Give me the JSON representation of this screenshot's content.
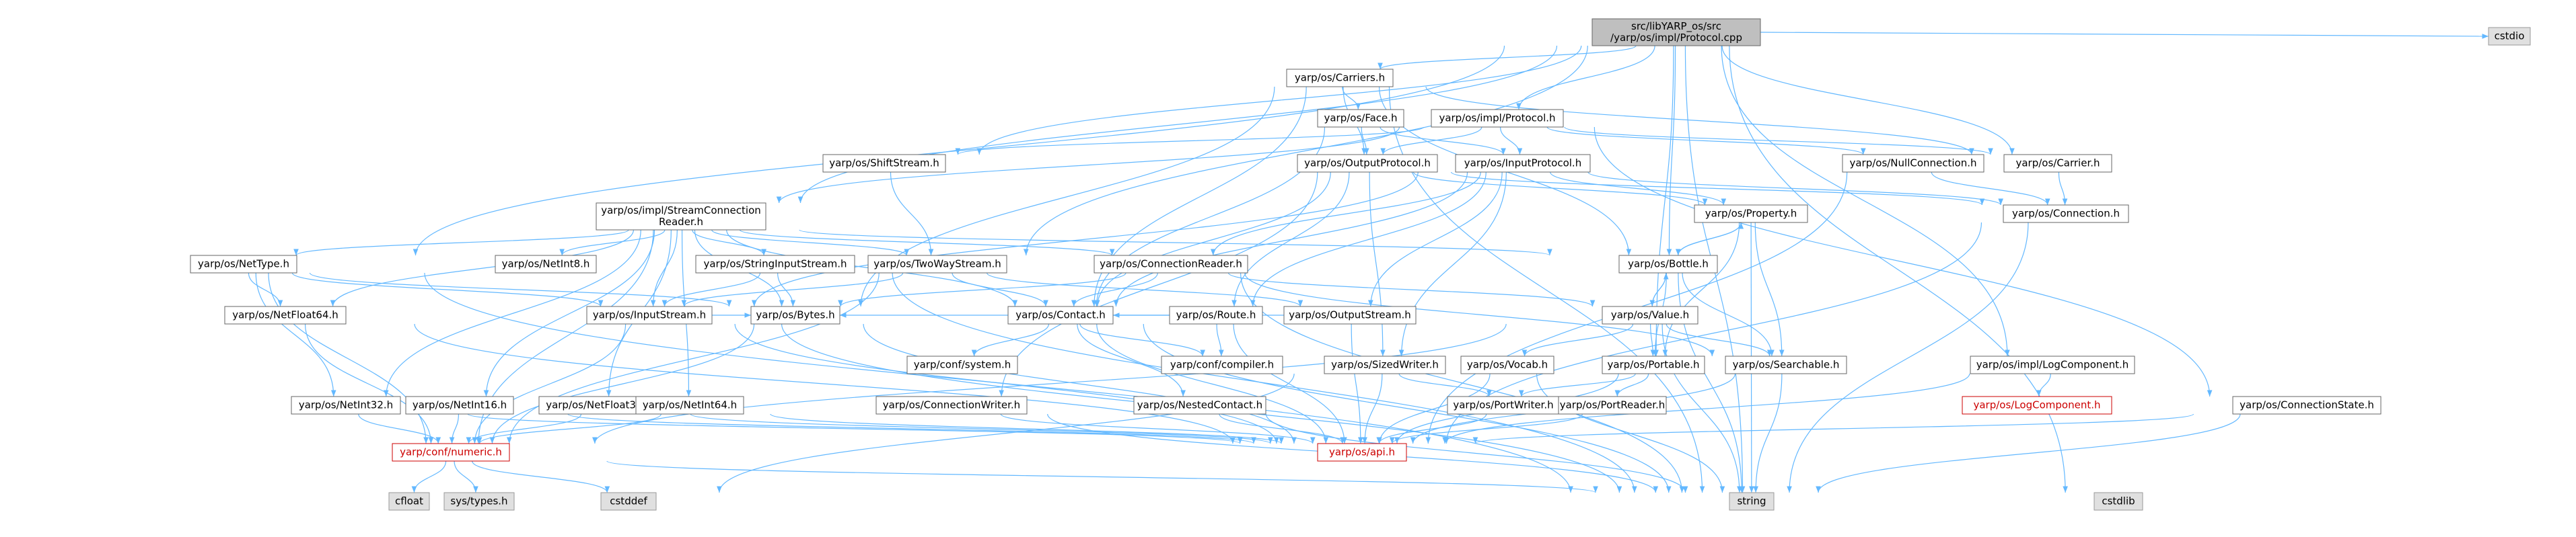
{
  "colors": {
    "edge": "#63b8ff",
    "border": "#666666",
    "border_highlight": "#999999",
    "fill_header": "#bfbfbf",
    "fill_default": "#ffffff",
    "fill_system": "#e0e0e0",
    "text_highlight": "#cc0000"
  },
  "nodes": [
    {
      "id": "protocol_cpp",
      "label_lines": [
        "src/libYARP_os/src",
        "/yarp/os/impl/Protocol.cpp"
      ],
      "style": "header"
    },
    {
      "id": "cstdio",
      "label_lines": [
        "cstdio"
      ],
      "style": "system"
    },
    {
      "id": "carriers_h",
      "label_lines": [
        "yarp/os/Carriers.h"
      ],
      "style": "default"
    },
    {
      "id": "face_h",
      "label_lines": [
        "yarp/os/Face.h"
      ],
      "style": "default"
    },
    {
      "id": "impl_protocol_h",
      "label_lines": [
        "yarp/os/impl/Protocol.h"
      ],
      "style": "default"
    },
    {
      "id": "shiftstream_h",
      "label_lines": [
        "yarp/os/ShiftStream.h"
      ],
      "style": "default"
    },
    {
      "id": "outputprotocol_h",
      "label_lines": [
        "yarp/os/OutputProtocol.h"
      ],
      "style": "default"
    },
    {
      "id": "inputprotocol_h",
      "label_lines": [
        "yarp/os/InputProtocol.h"
      ],
      "style": "default"
    },
    {
      "id": "nullconnection_h",
      "label_lines": [
        "yarp/os/NullConnection.h"
      ],
      "style": "default"
    },
    {
      "id": "carrier_h",
      "label_lines": [
        "yarp/os/Carrier.h"
      ],
      "style": "default"
    },
    {
      "id": "streamconnreader_h",
      "label_lines": [
        "yarp/os/impl/StreamConnection",
        "Reader.h"
      ],
      "style": "default"
    },
    {
      "id": "property_h",
      "label_lines": [
        "yarp/os/Property.h"
      ],
      "style": "default"
    },
    {
      "id": "connection_h",
      "label_lines": [
        "yarp/os/Connection.h"
      ],
      "style": "default"
    },
    {
      "id": "nettype_h",
      "label_lines": [
        "yarp/os/NetType.h"
      ],
      "style": "default"
    },
    {
      "id": "netint8_h",
      "label_lines": [
        "yarp/os/NetInt8.h"
      ],
      "style": "default"
    },
    {
      "id": "stringinputstream_h",
      "label_lines": [
        "yarp/os/StringInputStream.h"
      ],
      "style": "default"
    },
    {
      "id": "twowaystream_h",
      "label_lines": [
        "yarp/os/TwoWayStream.h"
      ],
      "style": "default"
    },
    {
      "id": "connectionreader_h",
      "label_lines": [
        "yarp/os/ConnectionReader.h"
      ],
      "style": "default"
    },
    {
      "id": "bottle_h",
      "label_lines": [
        "yarp/os/Bottle.h"
      ],
      "style": "default"
    },
    {
      "id": "netfloat64_h",
      "label_lines": [
        "yarp/os/NetFloat64.h"
      ],
      "style": "default"
    },
    {
      "id": "inputstream_h",
      "label_lines": [
        "yarp/os/InputStream.h"
      ],
      "style": "default"
    },
    {
      "id": "bytes_h",
      "label_lines": [
        "yarp/os/Bytes.h"
      ],
      "style": "default"
    },
    {
      "id": "contact_h",
      "label_lines": [
        "yarp/os/Contact.h"
      ],
      "style": "default"
    },
    {
      "id": "route_h",
      "label_lines": [
        "yarp/os/Route.h"
      ],
      "style": "default"
    },
    {
      "id": "outputstream_h",
      "label_lines": [
        "yarp/os/OutputStream.h"
      ],
      "style": "default"
    },
    {
      "id": "value_h",
      "label_lines": [
        "yarp/os/Value.h"
      ],
      "style": "default"
    },
    {
      "id": "conf_system_h",
      "label_lines": [
        "yarp/conf/system.h"
      ],
      "style": "default"
    },
    {
      "id": "conf_compiler_h",
      "label_lines": [
        "yarp/conf/compiler.h"
      ],
      "style": "default"
    },
    {
      "id": "sizedwriter_h",
      "label_lines": [
        "yarp/os/SizedWriter.h"
      ],
      "style": "default"
    },
    {
      "id": "vocab_h",
      "label_lines": [
        "yarp/os/Vocab.h"
      ],
      "style": "default"
    },
    {
      "id": "portable_h",
      "label_lines": [
        "yarp/os/Portable.h"
      ],
      "style": "default"
    },
    {
      "id": "searchable_h",
      "label_lines": [
        "yarp/os/Searchable.h"
      ],
      "style": "default"
    },
    {
      "id": "impl_logcomponent_h",
      "label_lines": [
        "yarp/os/impl/LogComponent.h"
      ],
      "style": "default"
    },
    {
      "id": "logcomponent_h",
      "label_lines": [
        "yarp/os/LogComponent.h"
      ],
      "style": "highlight"
    },
    {
      "id": "connectionstate_h",
      "label_lines": [
        "yarp/os/ConnectionState.h"
      ],
      "style": "default"
    },
    {
      "id": "netint32_h",
      "label_lines": [
        "yarp/os/NetInt32.h"
      ],
      "style": "default"
    },
    {
      "id": "netint16_h",
      "label_lines": [
        "yarp/os/NetInt16.h"
      ],
      "style": "default"
    },
    {
      "id": "netfloat32_h",
      "label_lines": [
        "yarp/os/NetFloat32.h"
      ],
      "style": "default"
    },
    {
      "id": "netint64_h",
      "label_lines": [
        "yarp/os/NetInt64.h"
      ],
      "style": "default"
    },
    {
      "id": "connectionwriter_h",
      "label_lines": [
        "yarp/os/ConnectionWriter.h"
      ],
      "style": "default"
    },
    {
      "id": "nestedcontact_h",
      "label_lines": [
        "yarp/os/NestedContact.h"
      ],
      "style": "default"
    },
    {
      "id": "portwriter_h",
      "label_lines": [
        "yarp/os/PortWriter.h"
      ],
      "style": "default"
    },
    {
      "id": "portreader_h",
      "label_lines": [
        "yarp/os/PortReader.h"
      ],
      "style": "default"
    },
    {
      "id": "conf_numeric_h",
      "label_lines": [
        "yarp/conf/numeric.h"
      ],
      "style": "highlight"
    },
    {
      "id": "api_h",
      "label_lines": [
        "yarp/os/api.h"
      ],
      "style": "highlight"
    },
    {
      "id": "cfloat",
      "label_lines": [
        "cfloat"
      ],
      "style": "system"
    },
    {
      "id": "systypes_h",
      "label_lines": [
        "sys/types.h"
      ],
      "style": "system"
    },
    {
      "id": "cstddef",
      "label_lines": [
        "cstddef"
      ],
      "style": "system"
    },
    {
      "id": "string",
      "label_lines": [
        "string"
      ],
      "style": "system"
    },
    {
      "id": "cstdlib",
      "label_lines": [
        "cstdlib"
      ],
      "style": "system"
    }
  ],
  "edges": [
    [
      "protocol_cpp",
      "cstdio"
    ],
    [
      "protocol_cpp",
      "carriers_h"
    ],
    [
      "protocol_cpp",
      "impl_protocol_h"
    ],
    [
      "protocol_cpp",
      "shiftstream_h"
    ],
    [
      "protocol_cpp",
      "streamconnreader_h"
    ],
    [
      "protocol_cpp",
      "nettype_h"
    ],
    [
      "protocol_cpp",
      "twowaystream_h"
    ],
    [
      "protocol_cpp",
      "bottle_h"
    ],
    [
      "protocol_cpp",
      "carrier_h"
    ],
    [
      "protocol_cpp",
      "portable_h"
    ],
    [
      "protocol_cpp",
      "impl_logcomponent_h"
    ],
    [
      "protocol_cpp",
      "string"
    ],
    [
      "protocol_cpp",
      "cstdlib"
    ],
    [
      "carriers_h",
      "face_h"
    ],
    [
      "carriers_h",
      "outputprotocol_h"
    ],
    [
      "carriers_h",
      "bottle_h"
    ],
    [
      "carriers_h",
      "carrier_h"
    ],
    [
      "carriers_h",
      "contact_h"
    ],
    [
      "carriers_h",
      "bytes_h"
    ],
    [
      "carriers_h",
      "string"
    ],
    [
      "face_h",
      "outputprotocol_h"
    ],
    [
      "face_h",
      "inputprotocol_h"
    ],
    [
      "face_h",
      "contact_h"
    ],
    [
      "impl_protocol_h",
      "outputprotocol_h"
    ],
    [
      "impl_protocol_h",
      "inputprotocol_h"
    ],
    [
      "impl_protocol_h",
      "shiftstream_h"
    ],
    [
      "impl_protocol_h",
      "nullconnection_h"
    ],
    [
      "impl_protocol_h",
      "carrier_h"
    ],
    [
      "impl_protocol_h",
      "streamconnreader_h"
    ],
    [
      "impl_protocol_h",
      "connectionstate_h"
    ],
    [
      "shiftstream_h",
      "twowaystream_h"
    ],
    [
      "outputprotocol_h",
      "connection_h"
    ],
    [
      "outputprotocol_h",
      "route_h"
    ],
    [
      "outputprotocol_h",
      "sizedwriter_h"
    ],
    [
      "outputprotocol_h",
      "property_h"
    ],
    [
      "outputprotocol_h",
      "connectionwriter_h"
    ],
    [
      "outputprotocol_h",
      "contact_h"
    ],
    [
      "inputprotocol_h",
      "connection_h"
    ],
    [
      "inputprotocol_h",
      "connectionreader_h"
    ],
    [
      "inputprotocol_h",
      "inputstream_h"
    ],
    [
      "inputprotocol_h",
      "outputstream_h"
    ],
    [
      "inputprotocol_h",
      "route_h"
    ],
    [
      "inputprotocol_h",
      "sizedwriter_h"
    ],
    [
      "inputprotocol_h",
      "property_h"
    ],
    [
      "inputprotocol_h",
      "contact_h"
    ],
    [
      "nullconnection_h",
      "connection_h"
    ],
    [
      "nullconnection_h",
      "api_h"
    ],
    [
      "carrier_h",
      "connection_h"
    ],
    [
      "connection_h",
      "api_h"
    ],
    [
      "connection_h",
      "string"
    ],
    [
      "property_h",
      "bottle_h"
    ],
    [
      "property_h",
      "portable_h"
    ],
    [
      "property_h",
      "searchable_h"
    ],
    [
      "property_h",
      "string"
    ],
    [
      "streamconnreader_h",
      "connectionreader_h"
    ],
    [
      "streamconnreader_h",
      "nettype_h"
    ],
    [
      "streamconnreader_h",
      "netint8_h"
    ],
    [
      "streamconnreader_h",
      "stringinputstream_h"
    ],
    [
      "streamconnreader_h",
      "twowaystream_h"
    ],
    [
      "streamconnreader_h",
      "bottle_h"
    ],
    [
      "streamconnreader_h",
      "netfloat64_h"
    ],
    [
      "streamconnreader_h",
      "inputstream_h"
    ],
    [
      "streamconnreader_h",
      "bytes_h"
    ],
    [
      "streamconnreader_h",
      "contact_h"
    ],
    [
      "streamconnreader_h",
      "netint32_h"
    ],
    [
      "streamconnreader_h",
      "netint16_h"
    ],
    [
      "streamconnreader_h",
      "netfloat32_h"
    ],
    [
      "streamconnreader_h",
      "netint64_h"
    ],
    [
      "streamconnreader_h",
      "conf_numeric_h"
    ],
    [
      "nettype_h",
      "netfloat64_h"
    ],
    [
      "nettype_h",
      "inputstream_h"
    ],
    [
      "nettype_h",
      "bytes_h"
    ],
    [
      "nettype_h",
      "netint32_h"
    ],
    [
      "nettype_h",
      "conf_numeric_h"
    ],
    [
      "nettype_h",
      "string"
    ],
    [
      "stringinputstream_h",
      "inputstream_h"
    ],
    [
      "stringinputstream_h",
      "bytes_h"
    ],
    [
      "stringinputstream_h",
      "string"
    ],
    [
      "twowaystream_h",
      "inputstream_h"
    ],
    [
      "twowaystream_h",
      "outputstream_h"
    ],
    [
      "twowaystream_h",
      "contact_h"
    ],
    [
      "twowaystream_h",
      "conf_numeric_h"
    ],
    [
      "connectionreader_h",
      "bytes_h"
    ],
    [
      "connectionreader_h",
      "contact_h"
    ],
    [
      "connectionreader_h",
      "value_h"
    ],
    [
      "connectionreader_h",
      "searchable_h"
    ],
    [
      "connectionreader_h",
      "string"
    ],
    [
      "bottle_h",
      "value_h"
    ],
    [
      "bottle_h",
      "portable_h"
    ],
    [
      "bottle_h",
      "searchable_h"
    ],
    [
      "bottle_h",
      "property_h"
    ],
    [
      "bottle_h",
      "string"
    ],
    [
      "netfloat64_h",
      "conf_numeric_h"
    ],
    [
      "netfloat64_h",
      "api_h"
    ],
    [
      "inputstream_h",
      "bytes_h"
    ],
    [
      "inputstream_h",
      "conf_numeric_h"
    ],
    [
      "inputstream_h",
      "api_h"
    ],
    [
      "inputstream_h",
      "string"
    ],
    [
      "bytes_h",
      "conf_numeric_h"
    ],
    [
      "bytes_h",
      "api_h"
    ],
    [
      "contact_h",
      "conf_system_h"
    ],
    [
      "contact_h",
      "conf_compiler_h"
    ],
    [
      "contact_h",
      "nestedcontact_h"
    ],
    [
      "contact_h",
      "api_h"
    ],
    [
      "contact_h",
      "string"
    ],
    [
      "route_h",
      "contact_h"
    ],
    [
      "route_h",
      "conf_compiler_h"
    ],
    [
      "route_h",
      "api_h"
    ],
    [
      "outputstream_h",
      "bytes_h"
    ],
    [
      "outputstream_h",
      "api_h"
    ],
    [
      "value_h",
      "bottle_h"
    ],
    [
      "value_h",
      "vocab_h"
    ],
    [
      "value_h",
      "portable_h"
    ],
    [
      "value_h",
      "searchable_h"
    ],
    [
      "value_h",
      "conf_numeric_h"
    ],
    [
      "value_h",
      "string"
    ],
    [
      "sizedwriter_h",
      "portwriter_h"
    ],
    [
      "sizedwriter_h",
      "api_h"
    ],
    [
      "sizedwriter_h",
      "cstddef"
    ],
    [
      "vocab_h",
      "api_h"
    ],
    [
      "vocab_h",
      "string"
    ],
    [
      "portable_h",
      "portwriter_h"
    ],
    [
      "portable_h",
      "portreader_h"
    ],
    [
      "portable_h",
      "api_h"
    ],
    [
      "searchable_h",
      "api_h"
    ],
    [
      "searchable_h",
      "string"
    ],
    [
      "impl_logcomponent_h",
      "logcomponent_h"
    ],
    [
      "impl_logcomponent_h",
      "api_h"
    ],
    [
      "connectionstate_h",
      "api_h"
    ],
    [
      "connectionstate_h",
      "string"
    ],
    [
      "netint32_h",
      "conf_numeric_h"
    ],
    [
      "netint32_h",
      "api_h"
    ],
    [
      "netint16_h",
      "conf_numeric_h"
    ],
    [
      "netint16_h",
      "api_h"
    ],
    [
      "netfloat32_h",
      "conf_numeric_h"
    ],
    [
      "netfloat32_h",
      "api_h"
    ],
    [
      "netint64_h",
      "conf_numeric_h"
    ],
    [
      "netint64_h",
      "api_h"
    ],
    [
      "connectionwriter_h",
      "api_h"
    ],
    [
      "connectionwriter_h",
      "string"
    ],
    [
      "nestedcontact_h",
      "api_h"
    ],
    [
      "nestedcontact_h",
      "string"
    ],
    [
      "portwriter_h",
      "api_h"
    ],
    [
      "portreader_h",
      "api_h"
    ],
    [
      "conf_numeric_h",
      "cfloat"
    ],
    [
      "conf_numeric_h",
      "systypes_h"
    ],
    [
      "conf_numeric_h",
      "cstddef"
    ],
    [
      "conf_numeric_h",
      "string"
    ]
  ]
}
